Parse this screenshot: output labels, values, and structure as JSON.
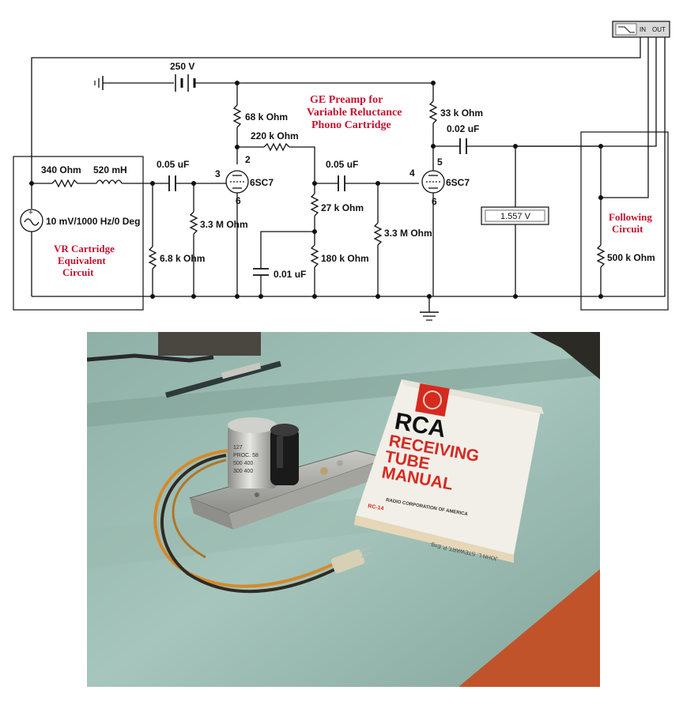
{
  "schematic": {
    "title_lines": [
      "GE Preamp for",
      "Variable Reluctance",
      "Phono Cartridge"
    ],
    "source_block_lines": [
      "VR Cartridge",
      "Equivalent",
      "Circuit"
    ],
    "load_block_lines": [
      "Following",
      "Circuit"
    ],
    "battery": "250 V",
    "source": "10 mV/1000 Hz/0 Deg",
    "r_source": "340  Ohm",
    "l_source": "520 mH",
    "c_in": "0.05 uF",
    "r_input_load": "6.8 k Ohm",
    "r_grid1": "3.3 M Ohm",
    "r_plate1": "68 k Ohm",
    "r_feedback": "220 k Ohm",
    "c_coupling": "0.05 uF",
    "r_27k": "27 k Ohm",
    "r_180k": "180 k Ohm",
    "c_bypass": "0.01 uF",
    "r_grid2": "3.3 M Ohm",
    "r_plate2": "33 k Ohm",
    "c_out": "0.02 uF",
    "r_load": "500 k Ohm",
    "tube1": "6SC7",
    "tube2": "6SC7",
    "pins": {
      "p2": "2",
      "p3": "3",
      "p4": "4",
      "p5": "5",
      "p6a": "6",
      "p6b": "6"
    },
    "voltmeter": "1.557  V",
    "scope": {
      "in": "IN",
      "out": "OUT"
    }
  },
  "photo": {
    "manual_brand": "RCA",
    "manual_title_lines": [
      "RECEIVING",
      "TUBE",
      "MANUAL"
    ],
    "manual_publisher": "RADIO CORPORATION OF AMERICA",
    "manual_code": "RC-14",
    "manual_spine": "JOHN L. STEWART, P. Eng.",
    "can_label_lines": [
      "127",
      "PROC. 58",
      "500 400",
      "300 400"
    ]
  }
}
